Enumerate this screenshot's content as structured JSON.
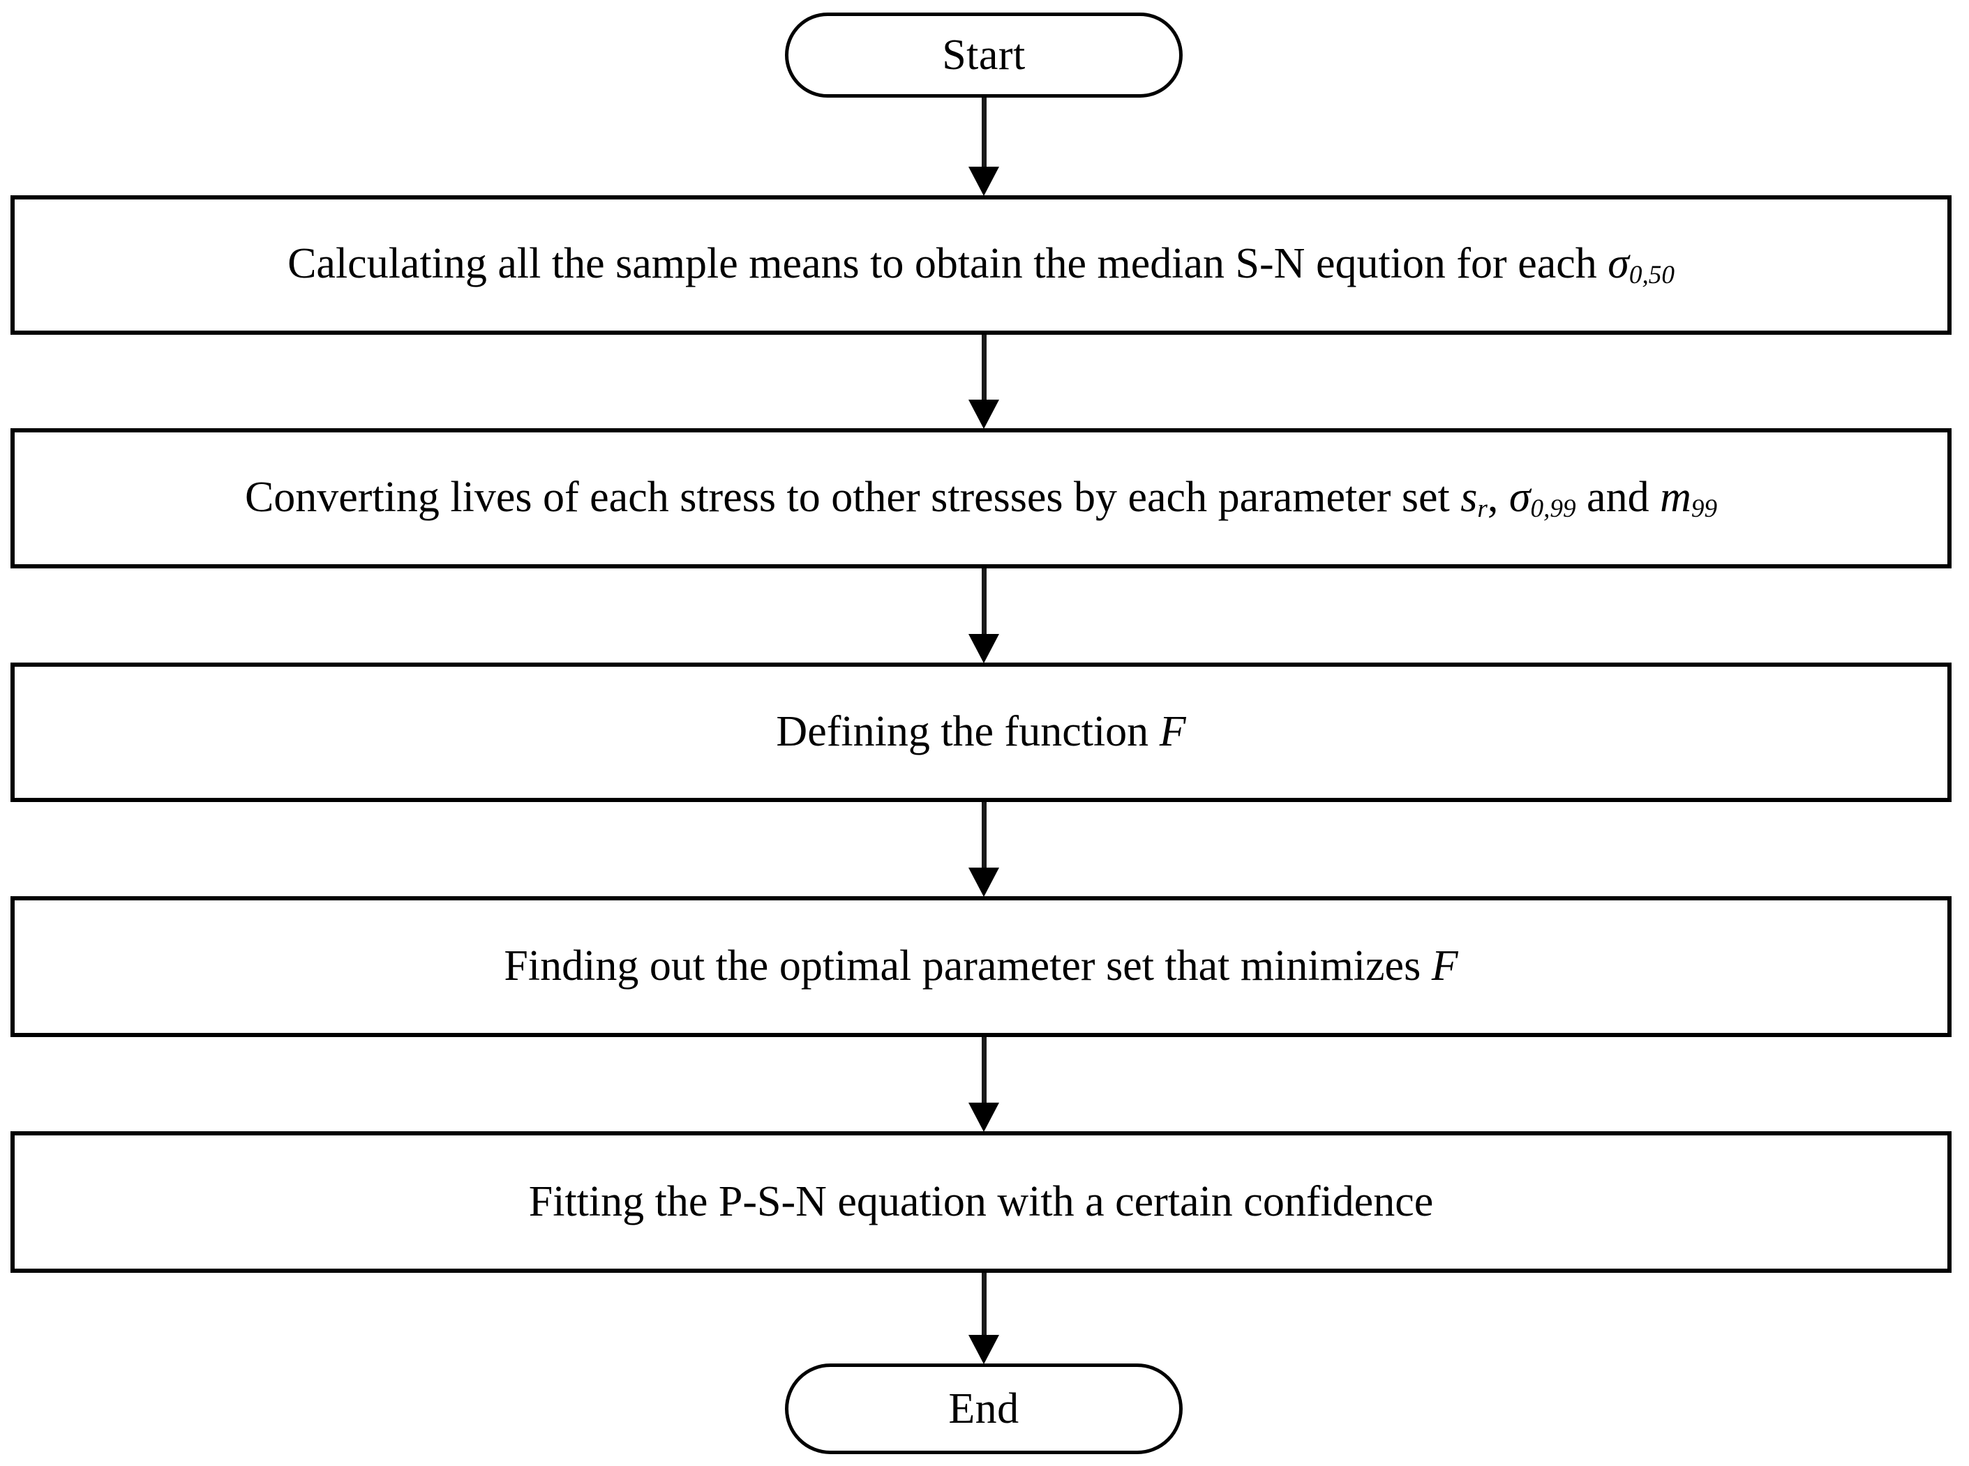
{
  "diagram": {
    "type": "flowchart",
    "orientation": "top-to-bottom",
    "background_color": "#ffffff",
    "line_color": "#000000",
    "text_color": "#000000",
    "nodes": [
      {
        "id": "start",
        "shape": "terminator",
        "label": "Start"
      },
      {
        "id": "step-1",
        "shape": "process",
        "label": "Calculating all the sample means to obtain the median S-N eqution for each σ0,50",
        "text_parts": {
          "lead": "Calculating all the sample means to obtain the median S-N eqution for each ",
          "symbol": "σ",
          "subscript": "0,50"
        }
      },
      {
        "id": "step-2",
        "shape": "process",
        "label": "Converting lives of each stress to other stresses by each parameter set sr, σ0,99 and m99",
        "text_parts": {
          "lead": "Converting lives of each stress to other stresses by each parameter set ",
          "param_1_symbol": "s",
          "param_1_subscript": "r",
          "separator_1": ", ",
          "param_2_symbol": "σ",
          "param_2_subscript": "0,99",
          "separator_2": " and ",
          "param_3_symbol": "m",
          "param_3_subscript": "99"
        }
      },
      {
        "id": "step-3",
        "shape": "process",
        "label": "Defining the function F",
        "text_parts": {
          "lead": "Defining the function ",
          "symbol": "F"
        }
      },
      {
        "id": "step-4",
        "shape": "process",
        "label": "Finding out the optimal parameter set that minimizes F",
        "text_parts": {
          "lead": "Finding out the optimal parameter set that minimizes ",
          "symbol": "F"
        }
      },
      {
        "id": "step-5",
        "shape": "process",
        "label": "Fitting the P-S-N equation with a certain confidence",
        "text_parts": {
          "lead": "Fitting the P-S-N equation with a certain confidence"
        }
      },
      {
        "id": "end",
        "shape": "terminator",
        "label": "End"
      }
    ],
    "edges": [
      {
        "id": "edge-1",
        "from": "start",
        "to": "step-1",
        "arrow": "down"
      },
      {
        "id": "edge-2",
        "from": "step-1",
        "to": "step-2",
        "arrow": "down"
      },
      {
        "id": "edge-3",
        "from": "step-2",
        "to": "step-3",
        "arrow": "down"
      },
      {
        "id": "edge-4",
        "from": "step-3",
        "to": "step-4",
        "arrow": "down"
      },
      {
        "id": "edge-5",
        "from": "step-4",
        "to": "step-5",
        "arrow": "down"
      },
      {
        "id": "edge-6",
        "from": "step-5",
        "to": "end",
        "arrow": "down"
      }
    ]
  }
}
